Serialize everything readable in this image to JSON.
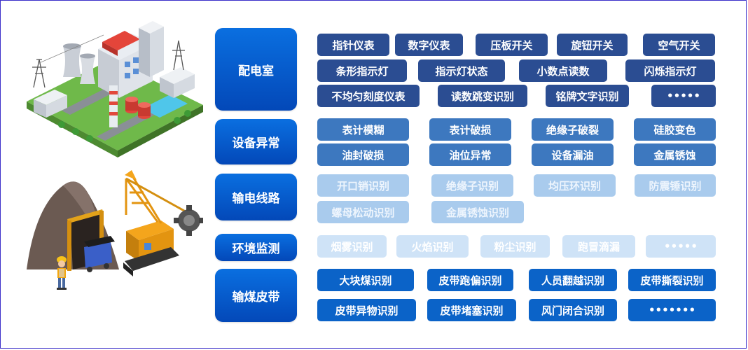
{
  "categories": [
    {
      "label": "配电室",
      "items": [
        "指针仪表",
        "数字仪表",
        "压板开关",
        "旋钮开关",
        "空气开关",
        "条形指示灯",
        "指示灯状态",
        "小数点读数",
        "闪烁指示灯",
        "不均匀刻度仪表",
        "读数跳变识别",
        "铭牌文字识别",
        "•••••"
      ]
    },
    {
      "label": "设备异常",
      "items": [
        "表计模糊",
        "表计破损",
        "绝缘子破裂",
        "硅胶变色",
        "油封破损",
        "油位异常",
        "设备漏油",
        "金属锈蚀"
      ]
    },
    {
      "label": "输电线路",
      "items": [
        "开口销识别",
        "绝缘子识别",
        "均压环识别",
        "防震锤识别",
        "螺母松动识别",
        "金属锈蚀识别"
      ]
    },
    {
      "label": "环境监测",
      "items": [
        "烟雾识别",
        "火焰识别",
        "粉尘识别",
        "跑冒滴漏",
        "•••••"
      ]
    },
    {
      "label": "输煤皮带",
      "items": [
        "大块煤识别",
        "皮带跑偏识别",
        "人员翻越识别",
        "皮带撕裂识别",
        "皮带异物识别",
        "皮带堵塞识别",
        "风门闭合识别",
        "•••••••"
      ]
    }
  ],
  "colors": {
    "category_bg": "#0a6fe0",
    "navy": "#2b4d92",
    "steel": "#3d78bf",
    "light": "#a9cbed",
    "pale": "#cfe3f7",
    "royal": "#0b63c8",
    "border": "#3b2fc9"
  },
  "illustrations": [
    "power-plant-isometric",
    "coal-mine-excavator-worker"
  ]
}
